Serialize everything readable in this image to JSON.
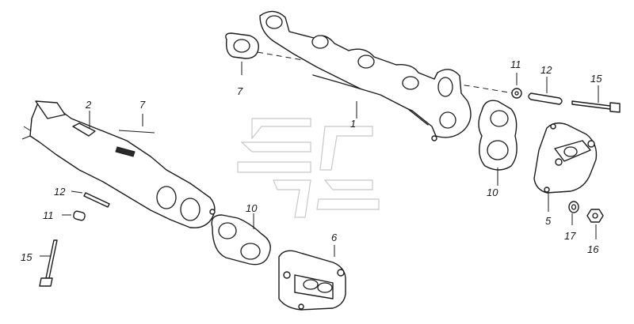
{
  "callouts": {
    "c1": "1",
    "c2": "2",
    "c5": "5",
    "c6": "6",
    "c7a": "7",
    "c7b": "7",
    "c10a": "10",
    "c10b": "10",
    "c11a": "11",
    "c11b": "11",
    "c12a": "12",
    "c12b": "12",
    "c15a": "15",
    "c15b": "15",
    "c16": "16",
    "c17": "17"
  }
}
